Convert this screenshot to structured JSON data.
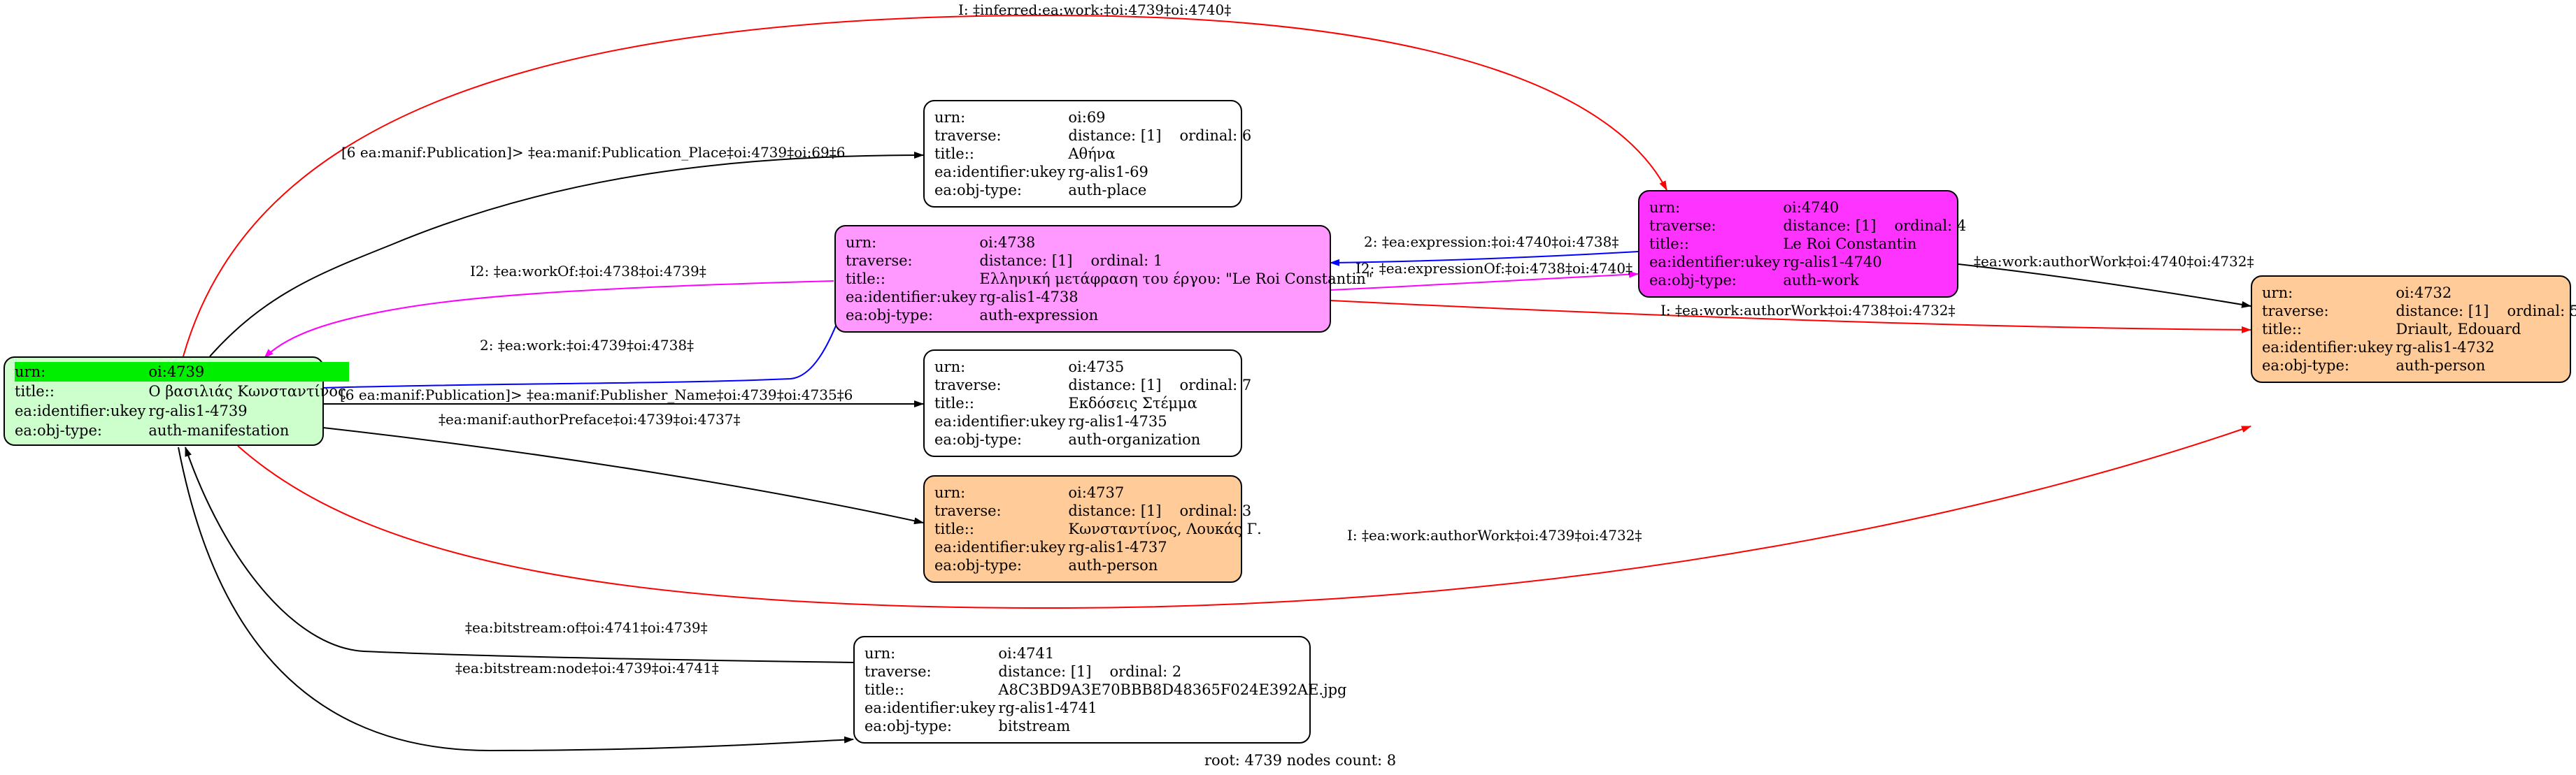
{
  "nodes": {
    "n4739": {
      "urn_label": "urn:",
      "urn": "oi:4739",
      "title_label": "title::",
      "title": "Ο βασιλιάς Κωνσταντίνος",
      "ukey_label": "ea:identifier:ukey",
      "ukey": "rg-alis1-4739",
      "type_label": "ea:obj-type:",
      "type": "auth-manifestation",
      "fill": "#ccffcc",
      "header_fill": "#00ee00"
    },
    "n69": {
      "urn_label": "urn:",
      "urn": "oi:69",
      "traverse_label": "traverse:",
      "distance": "distance: [1]",
      "ordinal": "ordinal: 6",
      "title_label": "title::",
      "title": "Αθήνα",
      "ukey_label": "ea:identifier:ukey",
      "ukey": "rg-alis1-69",
      "type_label": "ea:obj-type:",
      "type": "auth-place",
      "fill": "#ffffff"
    },
    "n4738": {
      "urn_label": "urn:",
      "urn": "oi:4738",
      "traverse_label": "traverse:",
      "distance": "distance: [1]",
      "ordinal": "ordinal: 1",
      "title_label": "title::",
      "title": "Ελληνική μετάφραση του έργου: \"Le Roi Constantin\"",
      "ukey_label": "ea:identifier:ukey",
      "ukey": "rg-alis1-4738",
      "type_label": "ea:obj-type:",
      "type": "auth-expression",
      "fill": "#ff99ff"
    },
    "n4740": {
      "urn_label": "urn:",
      "urn": "oi:4740",
      "traverse_label": "traverse:",
      "distance": "distance: [1]",
      "ordinal": "ordinal: 4",
      "title_label": "title::",
      "title": "Le Roi Constantin",
      "ukey_label": "ea:identifier:ukey",
      "ukey": "rg-alis1-4740",
      "type_label": "ea:obj-type:",
      "type": "auth-work",
      "fill": "#ff33ff"
    },
    "n4732": {
      "urn_label": "urn:",
      "urn": "oi:4732",
      "traverse_label": "traverse:",
      "distance": "distance: [1]",
      "ordinal": "ordinal: 5",
      "title_label": "title::",
      "title": "Driault, Edouard",
      "ukey_label": "ea:identifier:ukey",
      "ukey": "rg-alis1-4732",
      "type_label": "ea:obj-type:",
      "type": "auth-person",
      "fill": "#ffcc99"
    },
    "n4735": {
      "urn_label": "urn:",
      "urn": "oi:4735",
      "traverse_label": "traverse:",
      "distance": "distance: [1]",
      "ordinal": "ordinal: 7",
      "title_label": "title::",
      "title": "Εκδόσεις Στέμμα",
      "ukey_label": "ea:identifier:ukey",
      "ukey": "rg-alis1-4735",
      "type_label": "ea:obj-type:",
      "type": "auth-organization",
      "fill": "#ffffff"
    },
    "n4737": {
      "urn_label": "urn:",
      "urn": "oi:4737",
      "traverse_label": "traverse:",
      "distance": "distance: [1]",
      "ordinal": "ordinal: 3",
      "title_label": "title::",
      "title": "Κωνσταντίνος, Λουκάς Γ.",
      "ukey_label": "ea:identifier:ukey",
      "ukey": "rg-alis1-4737",
      "type_label": "ea:obj-type:",
      "type": "auth-person",
      "fill": "#ffcc99"
    },
    "n4741": {
      "urn_label": "urn:",
      "urn": "oi:4741",
      "traverse_label": "traverse:",
      "distance": "distance: [1]",
      "ordinal": "ordinal: 2",
      "title_label": "title::",
      "title": "A8C3BD9A3E70BBB8D48365F024E392AE.jpg",
      "ukey_label": "ea:identifier:ukey",
      "ukey": "rg-alis1-4741",
      "type_label": "ea:obj-type:",
      "type": "bitstream",
      "fill": "#ffffff"
    }
  },
  "edges": {
    "inferred_work": {
      "label": "I: ‡inferred:ea:work:‡oi:4739‡oi:4740‡",
      "color": "#ff0000"
    },
    "pub_place": {
      "label": "[6 ea:manif:Publication]> ‡ea:manif:Publication_Place‡oi:4739‡oi:69‡6",
      "color": "#000000"
    },
    "work_of": {
      "label": "I2: ‡ea:workOf:‡oi:4738‡oi:4739‡",
      "color": "#ff00ff"
    },
    "work": {
      "label": "2: ‡ea:work:‡oi:4739‡oi:4738‡",
      "color": "#0000ff"
    },
    "expression": {
      "label": "2: ‡ea:expression:‡oi:4740‡oi:4738‡",
      "color": "#0000ff"
    },
    "expression_of": {
      "label": "I2: ‡ea:expressionOf:‡oi:4738‡oi:4740‡",
      "color": "#ff00ff"
    },
    "author_work_4740": {
      "label": "‡ea:work:authorWork‡oi:4740‡oi:4732‡",
      "color": "#000000"
    },
    "author_work_4738": {
      "label": "I: ‡ea:work:authorWork‡oi:4738‡oi:4732‡",
      "color": "#ff0000"
    },
    "publisher_name": {
      "label": "[6 ea:manif:Publication]> ‡ea:manif:Publisher_Name‡oi:4739‡oi:4735‡6",
      "color": "#000000"
    },
    "author_preface": {
      "label": "‡ea:manif:authorPreface‡oi:4739‡oi:4737‡",
      "color": "#000000"
    },
    "author_work_4739": {
      "label": "I: ‡ea:work:authorWork‡oi:4739‡oi:4732‡",
      "color": "#ff0000"
    },
    "bitstream_of": {
      "label": "‡ea:bitstream:of‡oi:4741‡oi:4739‡",
      "color": "#000000"
    },
    "bitstream_node": {
      "label": "‡ea:bitstream:node‡oi:4739‡oi:4741‡",
      "color": "#000000"
    }
  },
  "footer": "root: 4739 nodes count: 8"
}
